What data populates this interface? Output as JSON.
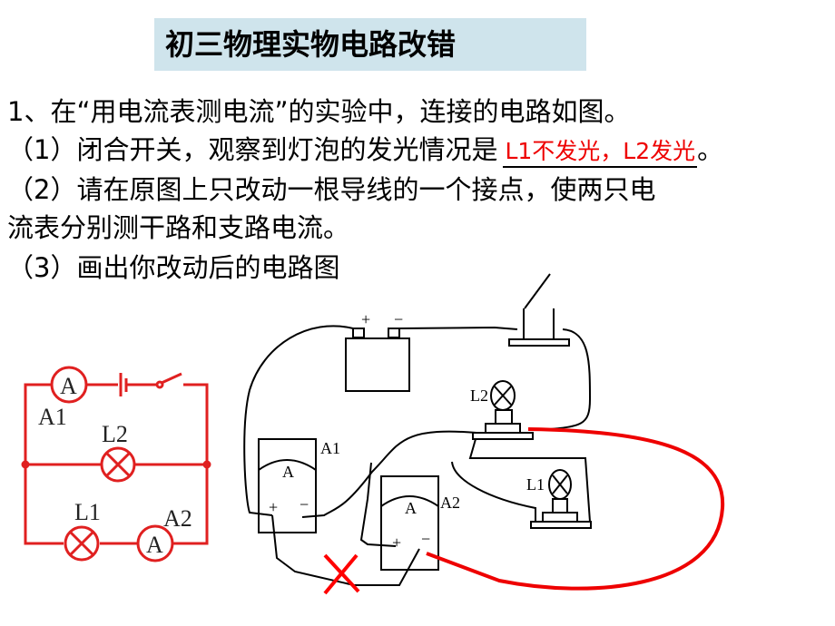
{
  "title": "初三物理实物电路改错",
  "question": {
    "intro": "1、在“用电流表测电流”的实验中，连接的电路如图。",
    "q1": "（1）闭合开关，观察到灯泡的发光情况是",
    "q1_end": "。",
    "q1_answer": "L1不发光，L2发光",
    "q2_a": "（2）请在原图上只改动一根导线的一个接点，使两只电",
    "q2_b": "流表分别测干路和支路电流。",
    "q3": "（3）画出你改动后的电路图"
  },
  "schematic": {
    "a1": "A1",
    "a2": "A2",
    "l1": "L1",
    "l2": "L2",
    "meter": "A"
  },
  "physical": {
    "a1": "A1",
    "a2": "A2",
    "l1": "L1",
    "l2": "L2",
    "meter": "A",
    "plus": "+",
    "minus": "−"
  },
  "colors": {
    "answer": "#ee0000",
    "schematic": "#e02020",
    "title_bg": "#cfe4ec"
  }
}
